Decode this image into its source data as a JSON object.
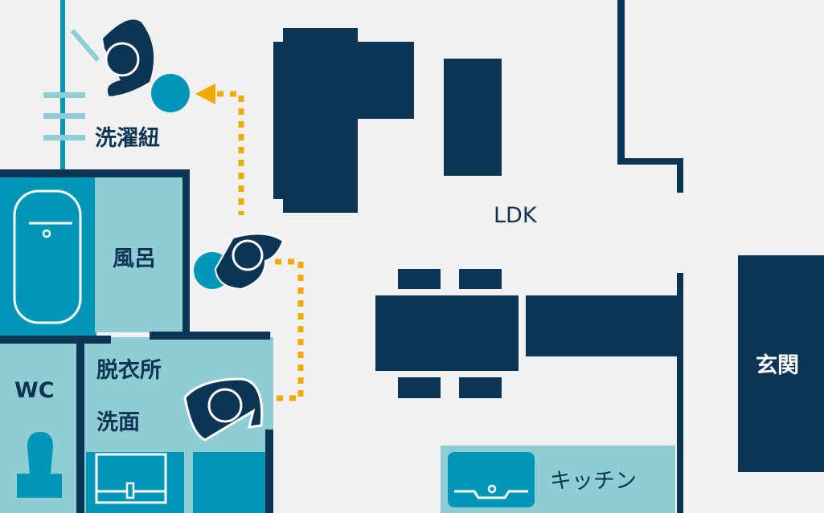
{
  "rooms": {
    "laundry_line": "洗濯紐",
    "bath": "風呂",
    "wc": "WC",
    "dressing": "脱衣所",
    "washroom": "洗面",
    "ldk": "LDK",
    "kitchen": "キッチン",
    "entrance": "玄関"
  },
  "colors": {
    "navy": "#0b3552",
    "teal": "#0096b5",
    "light_teal": "#8ecdd4",
    "background": "#f1f1f1",
    "path": "#f0ab00"
  }
}
